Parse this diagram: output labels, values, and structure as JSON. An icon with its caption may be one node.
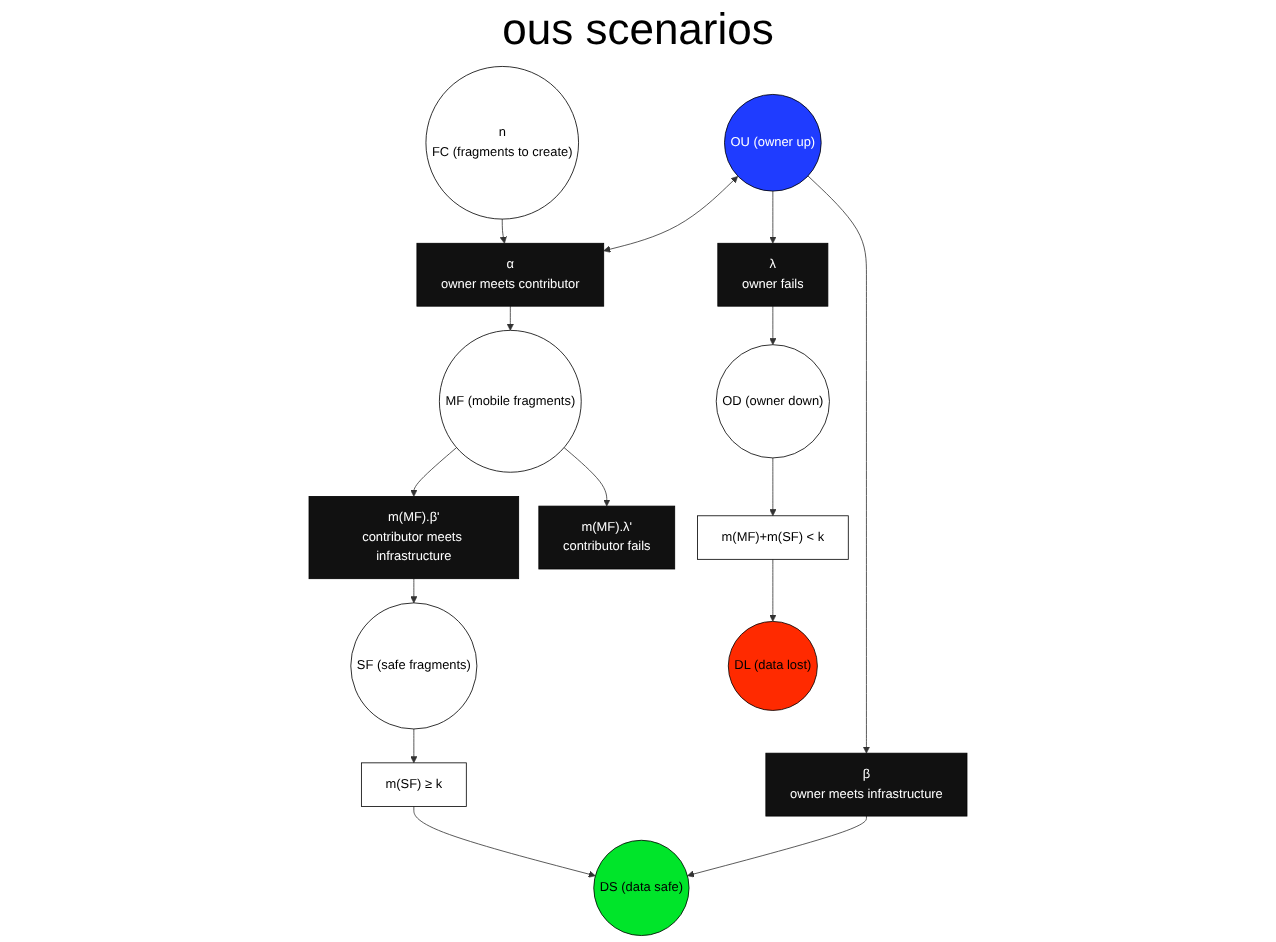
{
  "diagram": {
    "nodes": [
      {
        "text": [
          "n",
          "FC (fragments to create)"
        ]
      },
      {
        "text": [
          "OU (owner up)"
        ]
      },
      {
        "text": [
          "α",
          "owner meets contributor"
        ]
      },
      {
        "text": [
          "MF (mobile fragments)"
        ]
      },
      {
        "text": [
          "λ",
          "owner fails"
        ]
      },
      {
        "text": [
          "β",
          "owner meets infrastructure"
        ]
      },
      {
        "text": [
          "m(MF).β'",
          "contributor meets infrastructure"
        ]
      },
      {
        "text": [
          "m(MF).λ'",
          "contributor fails"
        ]
      },
      {
        "text": [
          "OD (owner down)"
        ]
      },
      {
        "text": [
          "SF (safe fragments)"
        ]
      },
      {
        "text": [
          "m(MF)+m(SF) < k"
        ]
      },
      {
        "text": [
          "m(SF) ≥ k"
        ]
      },
      {
        "text": [
          "DL (data lost)"
        ]
      },
      {
        "text": [
          "DS (data safe)"
        ]
      }
    ],
    "edges": [
      {
        "from": 0,
        "to": 2,
        "arrow": "to"
      },
      {
        "from": 1,
        "to": 2,
        "arrow": "both"
      },
      {
        "from": 2,
        "to": 3,
        "arrow": "to"
      },
      {
        "from": 1,
        "to": 4,
        "arrow": "to"
      },
      {
        "from": 1,
        "to": 5,
        "arrow": "to"
      },
      {
        "from": 3,
        "to": 6,
        "arrow": "to"
      },
      {
        "from": 3,
        "to": 7,
        "arrow": "to"
      },
      {
        "from": 4,
        "to": 8,
        "arrow": "to"
      },
      {
        "from": 5,
        "to": 13,
        "arrow": "to"
      },
      {
        "from": 6,
        "to": 9,
        "arrow": "to"
      },
      {
        "from": 8,
        "to": 10,
        "arrow": "to"
      },
      {
        "from": 9,
        "to": 11,
        "arrow": "to"
      },
      {
        "from": 10,
        "to": 12,
        "arrow": "to"
      },
      {
        "from": 11,
        "to": 13,
        "arrow": "to"
      }
    ],
    "labels": [
      "ous scenarios"
    ]
  }
}
